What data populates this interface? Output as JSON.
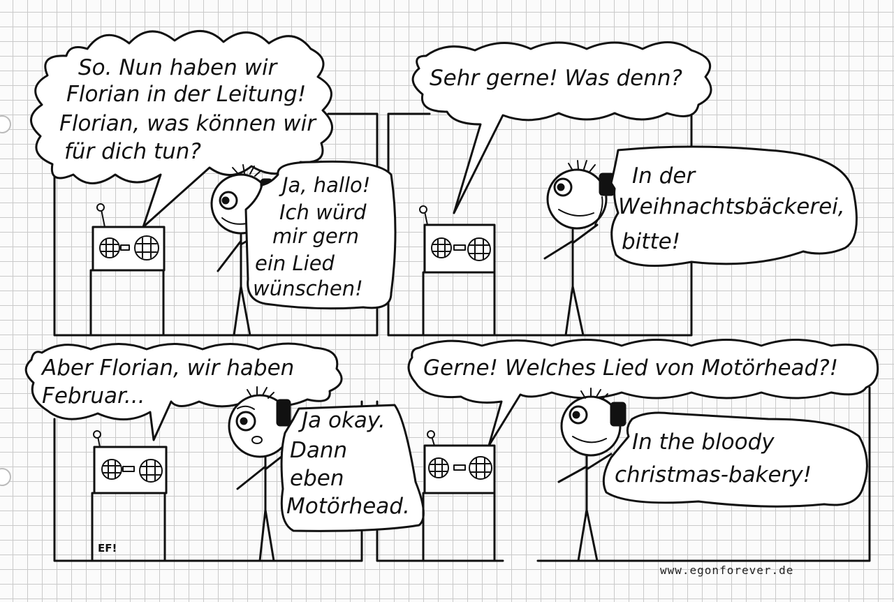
{
  "panels": [
    {
      "id": "panel-1",
      "host_lines": [
        "So. Nun haben wir",
        "Florian in der Leitung!",
        "Florian, was können wir",
        "für dich tun?"
      ],
      "caller_lines": [
        "Ja, hallo!",
        "Ich würd",
        "mir gern",
        "ein Lied",
        "wünschen!"
      ]
    },
    {
      "id": "panel-2",
      "host_lines": [
        "Sehr gerne! Was denn?"
      ],
      "caller_lines": [
        "In der",
        "Weihnachtsbäckerei,",
        "bitte!"
      ]
    },
    {
      "id": "panel-3",
      "host_lines": [
        "Aber Florian, wir haben",
        "Februar..."
      ],
      "caller_lines": [
        "Ja okay.",
        "Dann",
        "eben",
        "Motörhead."
      ]
    },
    {
      "id": "panel-4",
      "host_lines": [
        "Gerne! Welches Lied von Motörhead?!"
      ],
      "caller_lines": [
        "In the bloody",
        "christmas-bakery!"
      ]
    }
  ],
  "signature": {
    "initials": "EF!",
    "website": "www.egonforever.de"
  }
}
